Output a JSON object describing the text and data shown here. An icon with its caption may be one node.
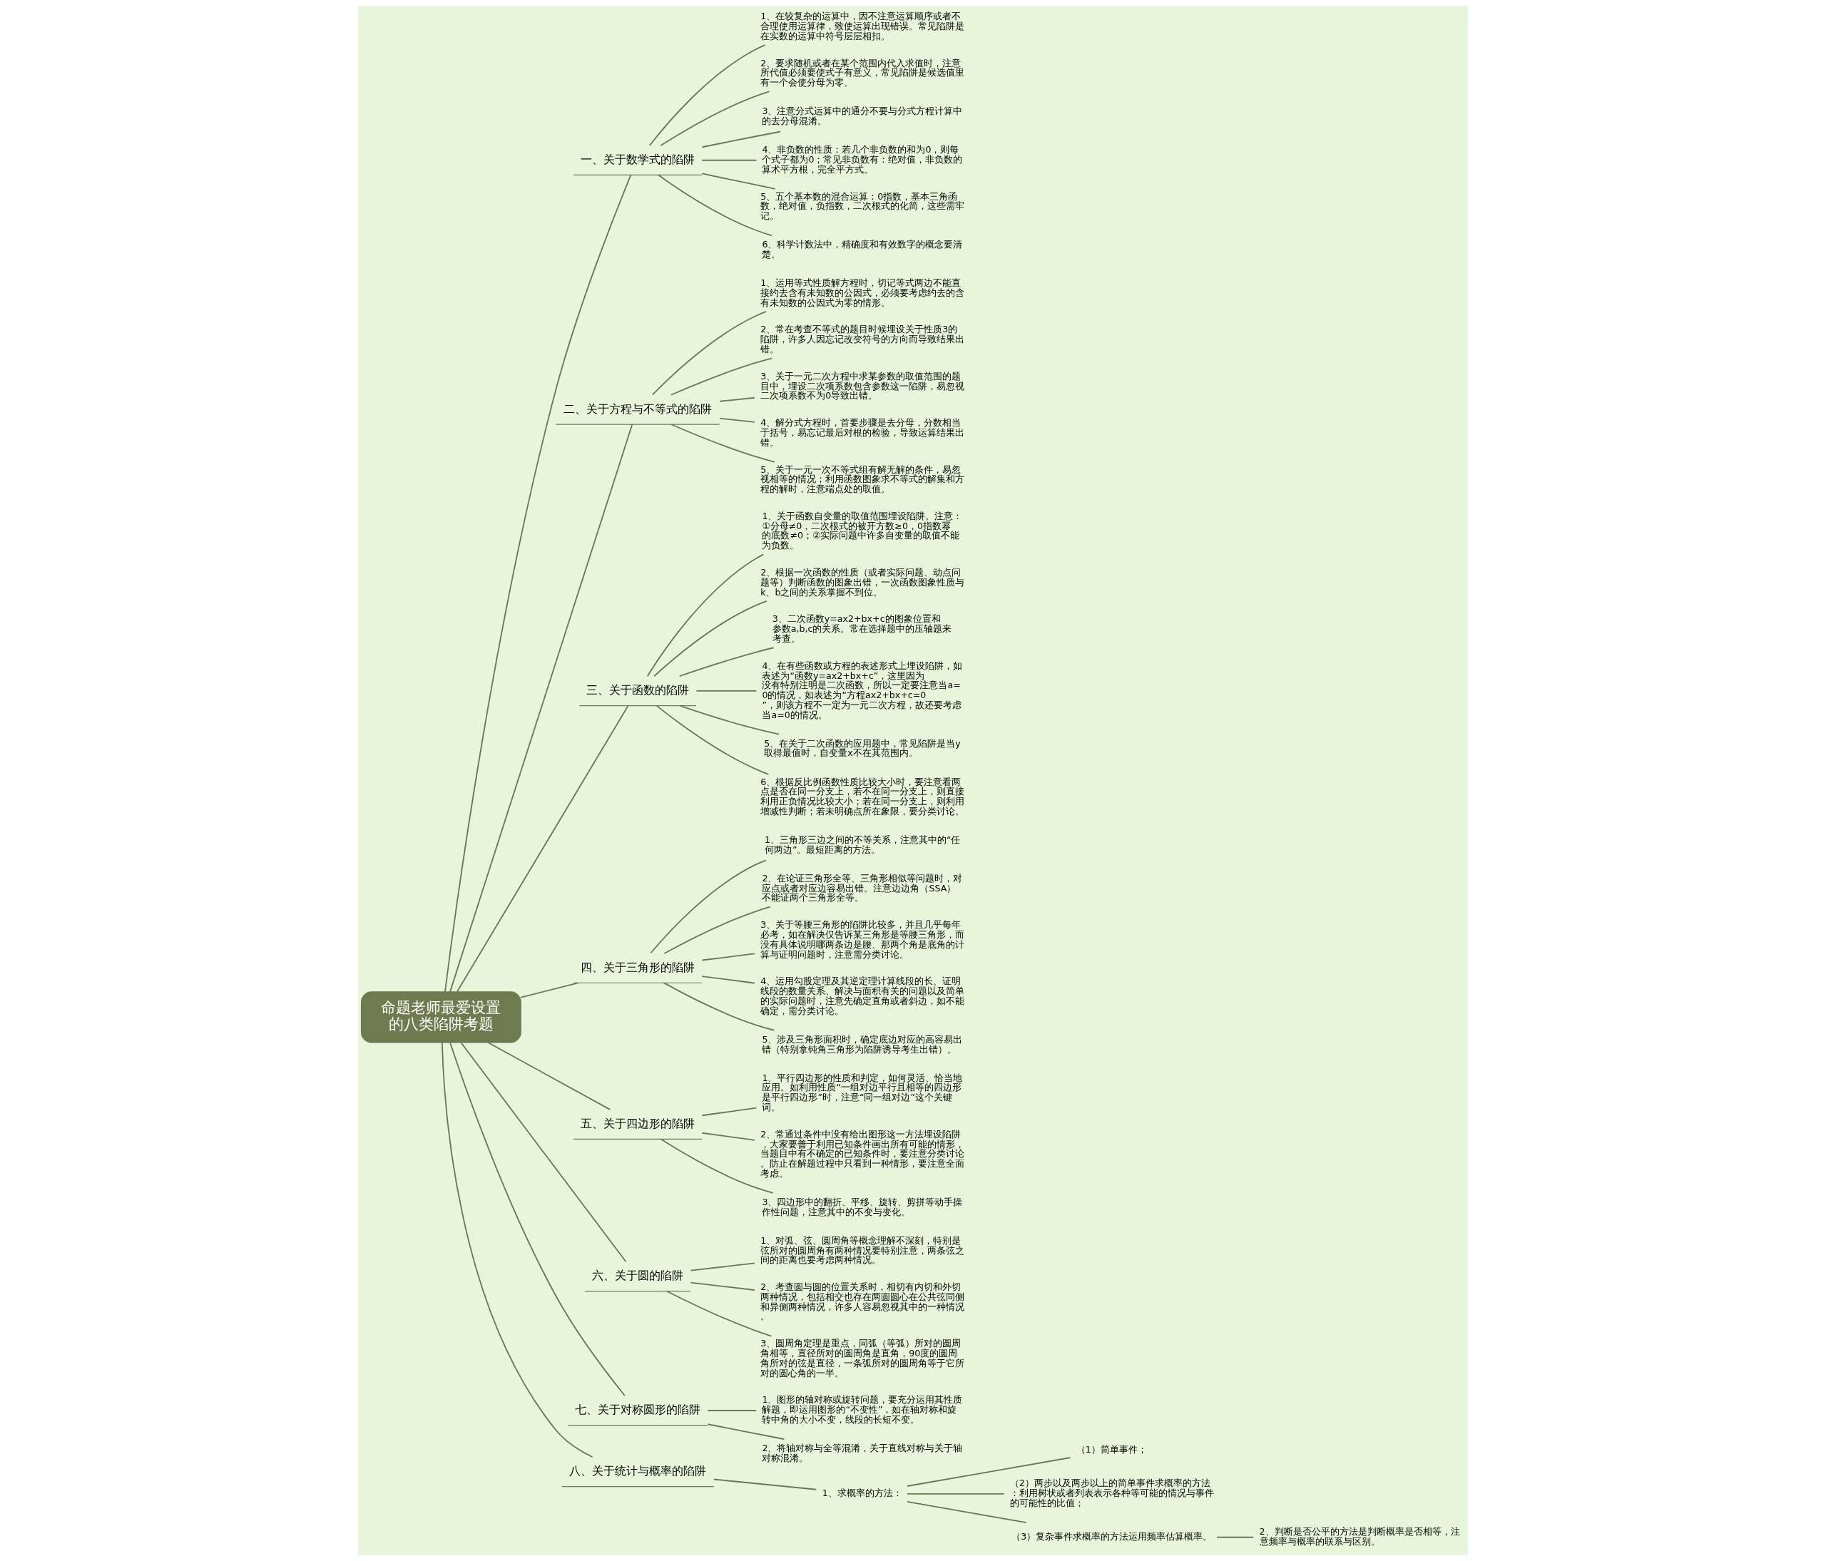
{
  "diagram": {
    "nodes": [
      {
        "text": [
          "命题老师最爱设置的八类陷阱考题"
        ]
      },
      {
        "text": [
          "一、关于数学式的陷阱"
        ]
      },
      {
        "text": [
          "1、在较复杂的运算中，因不注意运算顺序或者不合理使用运算律，致使运算出现错误。常见陷阱是在实数的运算中符号层层相扣。"
        ]
      },
      {
        "text": [
          "2、要求随机或者在某个范围内代入求值时，注意所代值必须要使式子有意义，常见陷阱是候选值里有一个会使分母为零。"
        ]
      },
      {
        "text": [
          "3、注意分式运算中的通分不要与分式方程计算中的去分母混淆。"
        ]
      },
      {
        "text": [
          "4、非负数的性质：若几个非负数的和为0，则每个式子都为0；常见非负数有：绝对值，非负数的算术平方根，完全平方式。"
        ]
      },
      {
        "text": [
          "5、五个基本数的混合运算：0指数，基本三角函数，绝对值，负指数，二次根式的化简，这些需牢记。"
        ]
      },
      {
        "text": [
          "6、科学计数法中，精确度和有效数字的概念要清楚。"
        ]
      },
      {
        "text": [
          "二、关于方程与不等式的陷阱"
        ]
      },
      {
        "text": [
          "1、运用等式性质解方程时，切记等式两边不能直接约去含有未知数的公因式，必须要考虑约去的含有未知数的公因式为零的情形。"
        ]
      },
      {
        "text": [
          "2、常在考查不等式的题目时候埋设关于性质3的陷阱，许多人因忘记改变符号的方向而导致结果出错。"
        ]
      },
      {
        "text": [
          "3、关于一元二次方程中求某参数的取值范围的题目中，埋设二次项系数包含参数这一陷阱，易忽视二次项系数不为0导致出错。"
        ]
      },
      {
        "text": [
          "4、解分式方程时，首要步骤是去分母，分数相当于括号，易忘记最后对根的检验，导致运算结果出错。"
        ]
      },
      {
        "text": [
          "5、关于一元一次不等式组有解无解的条件，易忽视相等的情况；利用函数图象求不等式的解集和方程的解时，注意端点处的取值。"
        ]
      },
      {
        "text": [
          "三、关于函数的陷阱"
        ]
      },
      {
        "text": [
          "1、关于函数自变量的取值范围埋设陷阱。注意：①分母≠0，二次根式的被开方数≥0，0指数幂的底数≠0；②实际问题中许多自变量的取值不能为负数。"
        ]
      },
      {
        "text": [
          "2、根据一次函数的性质（或者实际问题、动点问题等）判断函数的图象出错，一次函数图象性质与k、b之间的关系掌握不到位。"
        ]
      },
      {
        "text": [
          "3、二次函数y=ax2+bx+c的图象位置和参数a,b,c的关系。常在选择题中的压轴题来考查。"
        ]
      },
      {
        "text": [
          "4、在有些函数或方程的表述形式上埋设陷阱，如表述为“函数y=ax2+bx+c”，这里因为没有特别注明是二次函数，所以一定要注意当a=0的情况，如表述为“方程ax2+bx+c=0”，则该方程不一定为一元二次方程，故还要考虑当a=0的情况。"
        ]
      },
      {
        "text": [
          "5、在关于二次函数的应用题中，常见陷阱是当y取得最值时，自变量x不在其范围内。"
        ]
      },
      {
        "text": [
          "6、根据反比例函数性质比较大小时，要注意看两点是否在同一分支上，若不在同一分支上，则直接利用正负情况比较大小；若在同一分支上，则利用增减性判断；若未明确点所在象限，要分类讨论。"
        ]
      },
      {
        "text": [
          "四、关于三角形的陷阱"
        ]
      },
      {
        "text": [
          "1、三角形三边之间的不等关系，注意其中的“任何两边”。最短距离的方法。"
        ]
      },
      {
        "text": [
          "2、在论证三角形全等、三角形相似等问题时，对应点或者对应边容易出错。注意边边角（SSA）不能证两个三角形全等。"
        ]
      },
      {
        "text": [
          "3、关于等腰三角形的陷阱比较多，并且几乎每年必考，如在解决仅告诉某三角形是等腰三角形，而没有具体说明哪两条边是腰、那两个角是底角的计算与证明问题时，注意需分类讨论。"
        ]
      },
      {
        "text": [
          "4、运用勾股定理及其逆定理计算线段的长、证明线段的数量关系、解决与面积有关的问题以及简单的实际问题时，注意先确定直角或者斜边，如不能确定，需分类讨论。"
        ]
      },
      {
        "text": [
          "5、涉及三角形面积时，确定底边对应的高容易出错（特别拿钝角三角形为陷阱诱导考生出错）。"
        ]
      },
      {
        "text": [
          "五、关于四边形的陷阱"
        ]
      },
      {
        "text": [
          "1、平行四边形的性质和判定，如何灵活、恰当地应用。如利用性质“一组对边平行且相等的四边形是平行四边形”时，注意“同一组对边”这个关键词。"
        ]
      },
      {
        "text": [
          "2、常通过条件中没有给出图形这一方法埋设陷阱，大家要善于利用已知条件画出所有可能的情形，当题目中有不确定的已知条件时，要注意分类讨论。防止在解题过程中只看到一种情形，要注意全面考虑。"
        ]
      },
      {
        "text": [
          "3、四边形中的翻折、平移、旋转、剪拼等动手操作性问题，注意其中的不变与变化。"
        ]
      },
      {
        "text": [
          "六、关于圆的陷阱"
        ]
      },
      {
        "text": [
          "1、对弧、弦、圆周角等概念理解不深刻，特别是弦所对的圆周角有两种情况要特别注意，两条弦之间的距离也要考虑两种情况。"
        ]
      },
      {
        "text": [
          "2、考查圆与圆的位置关系时，相切有内切和外切两种情况，包括相交也存在两圆圆心在公共弦同侧和异侧两种情况，许多人容易忽视其中的一种情况。"
        ]
      },
      {
        "text": [
          "3、圆周角定理是重点，同弧（等弧）所对的圆周角相等，直径所对的圆周角是直角，90度的圆周角所对的弦是直径，一条弧所对的圆周角等于它所对的圆心角的一半。"
        ]
      },
      {
        "text": [
          "七、关于对称圆形的陷阱"
        ]
      },
      {
        "text": [
          "1、图形的轴对称或旋转问题，要充分运用其性质解题，即运用图形的“不变性”，如在轴对称和旋转中角的大小不变，线段的长短不变。"
        ]
      },
      {
        "text": [
          "2、将轴对称与全等混淆，关于直线对称与关于轴对称混淆。"
        ]
      },
      {
        "text": [
          "八、关于统计与概率的陷阱"
        ]
      },
      {
        "text": [
          "1、求概率的方法："
        ]
      },
      {
        "text": [
          "（1）简单事件；"
        ]
      },
      {
        "text": [
          "（2）两步以及两步以上的简单事件求概率的方法：利用树状或者列表表示各种等可能的情况与事件的可能性的比值；"
        ]
      },
      {
        "text": [
          "（3）复杂事件求概率的方法运用频率估算概率。"
        ]
      },
      {
        "text": [
          "2、判断是否公平的方法是判断概率是否相等，注意频率与概率的联系与区别。"
        ]
      }
    ],
    "edges": [
      {
        "from": 0,
        "to": 1,
        "arrow": "none"
      },
      {
        "from": 1,
        "to": 2,
        "arrow": "none"
      },
      {
        "from": 1,
        "to": 3,
        "arrow": "none"
      },
      {
        "from": 1,
        "to": 4,
        "arrow": "none"
      },
      {
        "from": 1,
        "to": 5,
        "arrow": "none"
      },
      {
        "from": 1,
        "to": 6,
        "arrow": "none"
      },
      {
        "from": 1,
        "to": 7,
        "arrow": "none"
      },
      {
        "from": 0,
        "to": 8,
        "arrow": "none"
      },
      {
        "from": 8,
        "to": 9,
        "arrow": "none"
      },
      {
        "from": 8,
        "to": 10,
        "arrow": "none"
      },
      {
        "from": 8,
        "to": 11,
        "arrow": "none"
      },
      {
        "from": 8,
        "to": 12,
        "arrow": "none"
      },
      {
        "from": 8,
        "to": 13,
        "arrow": "none"
      },
      {
        "from": 0,
        "to": 14,
        "arrow": "none"
      },
      {
        "from": 14,
        "to": 15,
        "arrow": "none"
      },
      {
        "from": 14,
        "to": 16,
        "arrow": "none"
      },
      {
        "from": 14,
        "to": 17,
        "arrow": "none"
      },
      {
        "from": 14,
        "to": 18,
        "arrow": "none"
      },
      {
        "from": 14,
        "to": 19,
        "arrow": "none"
      },
      {
        "from": 14,
        "to": 20,
        "arrow": "none"
      },
      {
        "from": 0,
        "to": 21,
        "arrow": "none"
      },
      {
        "from": 21,
        "to": 22,
        "arrow": "none"
      },
      {
        "from": 21,
        "to": 23,
        "arrow": "none"
      },
      {
        "from": 21,
        "to": 24,
        "arrow": "none"
      },
      {
        "from": 21,
        "to": 25,
        "arrow": "none"
      },
      {
        "from": 21,
        "to": 26,
        "arrow": "none"
      },
      {
        "from": 0,
        "to": 27,
        "arrow": "none"
      },
      {
        "from": 27,
        "to": 28,
        "arrow": "none"
      },
      {
        "from": 27,
        "to": 29,
        "arrow": "none"
      },
      {
        "from": 27,
        "to": 30,
        "arrow": "none"
      },
      {
        "from": 0,
        "to": 31,
        "arrow": "none"
      },
      {
        "from": 31,
        "to": 32,
        "arrow": "none"
      },
      {
        "from": 31,
        "to": 33,
        "arrow": "none"
      },
      {
        "from": 31,
        "to": 34,
        "arrow": "none"
      },
      {
        "from": 0,
        "to": 35,
        "arrow": "none"
      },
      {
        "from": 35,
        "to": 36,
        "arrow": "none"
      },
      {
        "from": 35,
        "to": 37,
        "arrow": "none"
      },
      {
        "from": 0,
        "to": 38,
        "arrow": "none"
      },
      {
        "from": 38,
        "to": 39,
        "arrow": "none"
      },
      {
        "from": 39,
        "to": 40,
        "arrow": "none"
      },
      {
        "from": 39,
        "to": 41,
        "arrow": "none"
      },
      {
        "from": 39,
        "to": 42,
        "arrow": "none"
      },
      {
        "from": 42,
        "to": 43,
        "arrow": "none"
      }
    ]
  }
}
